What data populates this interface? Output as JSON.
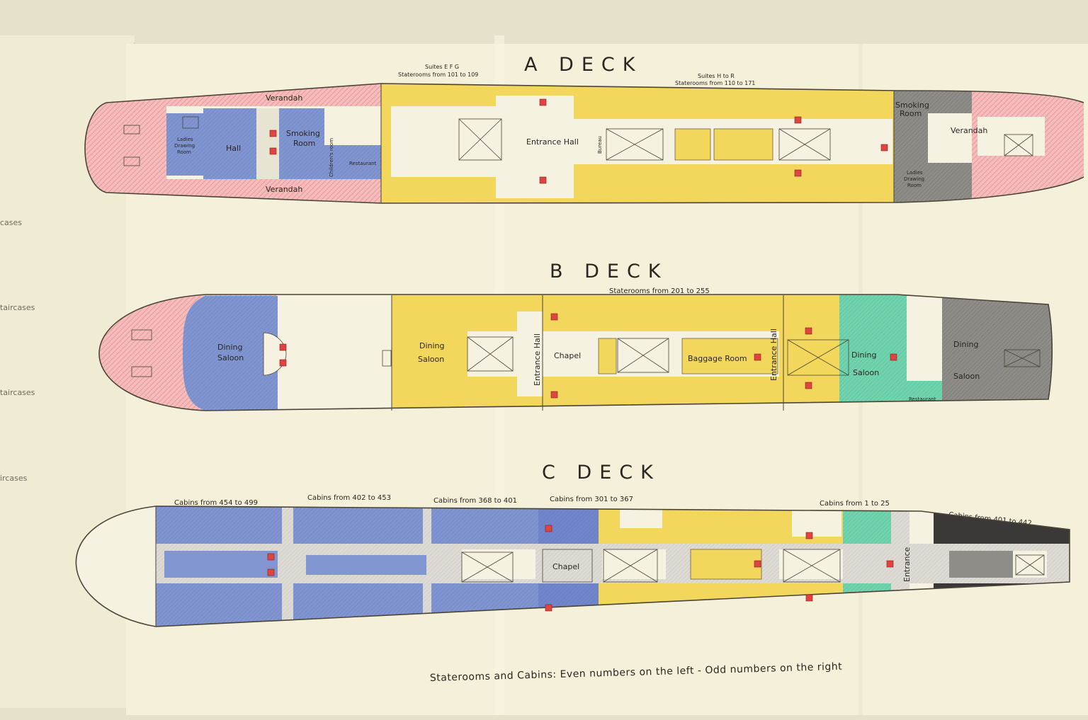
{
  "left_panel": {
    "items": [
      "cases",
      "taircases",
      "taircases",
      "ircases"
    ]
  },
  "colors": {
    "paper": "#f3efd6",
    "pink": "#f5bcbc",
    "blue": "#7f93cf",
    "blue_dark": "#6479c4",
    "yellow": "#f3d75c",
    "green": "#6fd2ac",
    "gray": "#8c8a86",
    "dark": "#3a3937",
    "corridor": "#d8d6d0",
    "cream": "#f6f2e2"
  },
  "decks": {
    "a": {
      "title": "A DECK",
      "caption_suites_efg": "Suites E F G",
      "caption_staterooms_101": "Staterooms from 101 to 109",
      "caption_suites_hr": "Suites H to R",
      "caption_staterooms_110": "Staterooms from 110 to 171",
      "rooms": {
        "verandah_top": "Verandah",
        "verandah_bottom": "Verandah",
        "ladies_1": "Ladies",
        "ladies_2": "Drawing",
        "ladies_3": "Room",
        "hall": "Hall",
        "smoking_1": "Smoking",
        "smoking_2": "Room",
        "childrens": "Children's room",
        "restaurant": "Restaurant",
        "entrance_hall": "Entrance Hall",
        "bureau": "Bureau",
        "aft_smoking_1": "Smoking",
        "aft_smoking_2": "Room",
        "aft_verandah": "Verandah",
        "aft_ladies_1": "Ladies",
        "aft_ladies_2": "Drawing",
        "aft_ladies_3": "Room"
      }
    },
    "b": {
      "title": "B DECK",
      "caption_staterooms": "Staterooms from 201 to 255",
      "rooms": {
        "dining1_1": "Dining",
        "dining1_2": "Saloon",
        "dining2_1": "Dining",
        "dining2_2": "Saloon",
        "entrance_hall_1": "Entrance Hall",
        "chapel": "Chapel",
        "baggage": "Baggage Room",
        "entrance_hall_2": "Entrance Hall",
        "dining3_1": "Dining",
        "dining3_2": "Saloon",
        "restaurant": "Restaurant",
        "dining4_1": "Dining",
        "dining4_2": "Saloon"
      }
    },
    "c": {
      "title": "C DECK",
      "captions": {
        "c454": "Cabins from 454 to 499",
        "c402": "Cabins from 402 to 453",
        "c368": "Cabins from 368 to 401",
        "c301": "Cabins from 301 to 367",
        "c1": "Cabins from 1 to 25",
        "c401": "Cabins from 401 to 442"
      },
      "rooms": {
        "chapel": "Chapel",
        "entrance": "Entrance"
      }
    }
  },
  "footer": "Staterooms and Cabins: Even numbers on the left - Odd numbers on the right"
}
